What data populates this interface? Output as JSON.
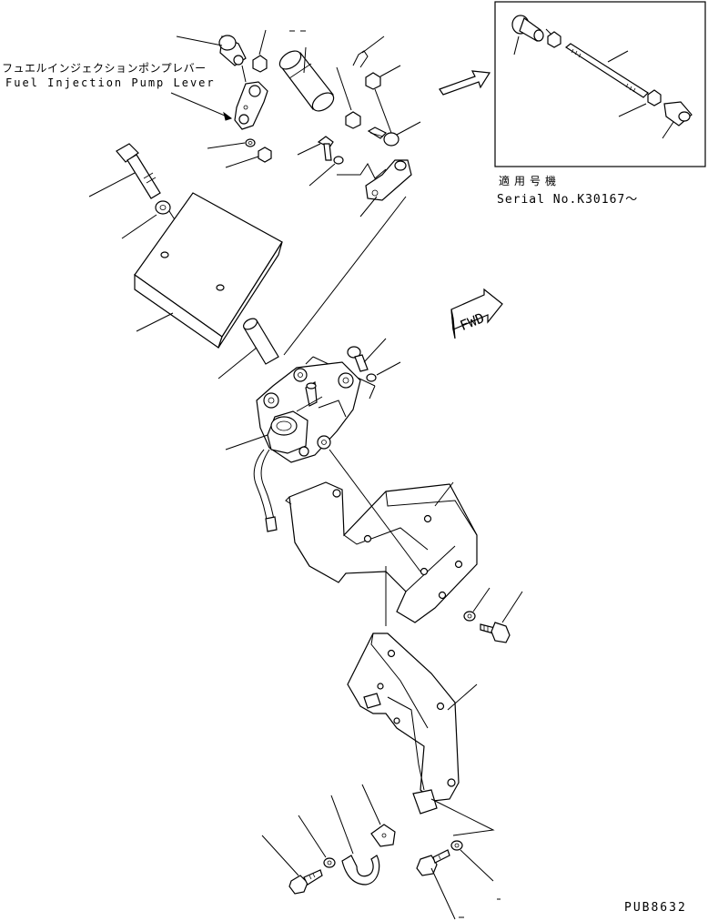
{
  "labels": {
    "lever_jp": "フュエルインジェクションポンプレバー",
    "lever_en": "Fuel Injection Pump Lever",
    "applicable_jp": "適用号機",
    "serial": "Serial No.K30167～",
    "fwd": "FWD",
    "drawing_code": "PUB8632"
  }
}
